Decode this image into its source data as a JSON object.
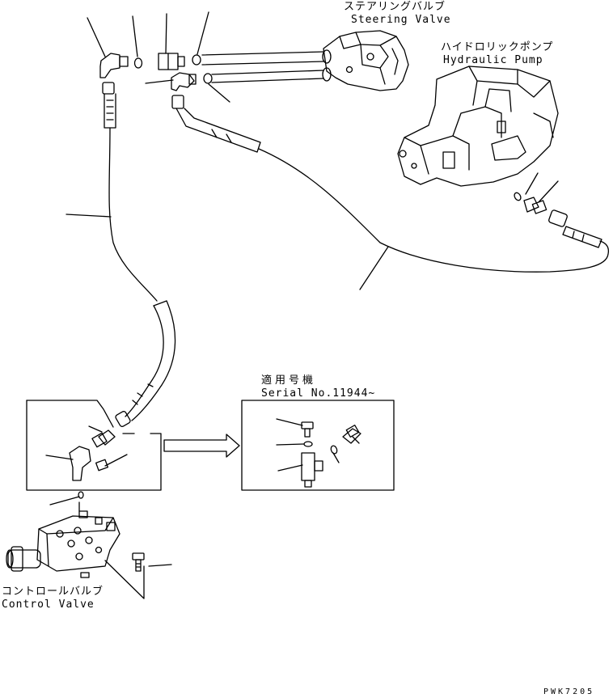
{
  "labels": {
    "steering_jp": "ステアリングバルブ",
    "steering_en": "Steering Valve",
    "pump_jp": "ハイドロリックポンプ",
    "pump_en": "Hydraulic Pump",
    "serial_jp": "適用号機",
    "serial_en": "Serial No.11944~",
    "control_jp": "コントロールバルブ",
    "control_en": "Control Valve",
    "drawing_code": "PWK7205"
  }
}
